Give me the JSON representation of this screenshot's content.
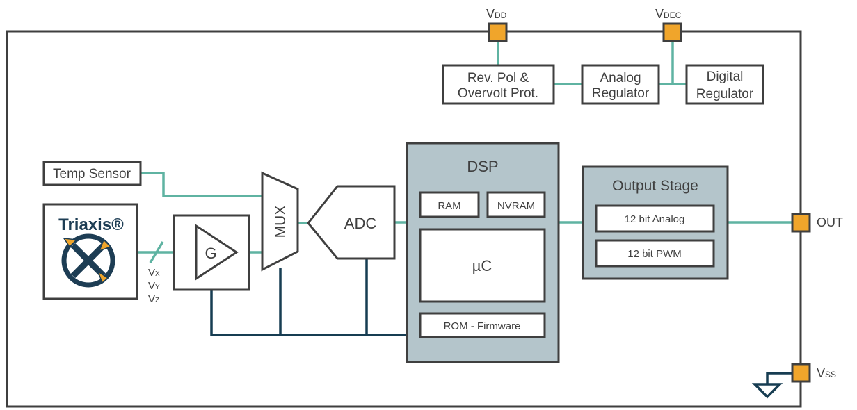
{
  "pins": {
    "vdd": {
      "main": "V",
      "sub": "DD"
    },
    "vdec": {
      "main": "V",
      "sub": "DEC"
    },
    "out": "OUT",
    "vss": {
      "main": "V",
      "sub": "SS"
    }
  },
  "blocks": {
    "rev_pol": {
      "line1": "Rev. Pol &",
      "line2": "Overvolt Prot."
    },
    "analog_reg": {
      "line1": "Analog",
      "line2": "Regulator"
    },
    "digital_reg": {
      "line1": "Digital",
      "line2": "Regulator"
    },
    "temp_sensor": "Temp Sensor",
    "triaxis": "Triaxis®",
    "gain": "G",
    "mux": "MUX",
    "adc": "ADC",
    "dsp": {
      "title": "DSP",
      "ram": "RAM",
      "nvram": "NVRAM",
      "uc": "µC",
      "rom": "ROM - Firmware"
    },
    "output_stage": {
      "title": "Output Stage",
      "analog": "12 bit Analog",
      "pwm": "12 bit PWM"
    }
  },
  "signals": {
    "vx": {
      "main": "V",
      "sub": "X"
    },
    "vy": {
      "main": "V",
      "sub": "Y"
    },
    "vz": {
      "main": "V",
      "sub": "Z"
    }
  },
  "colors": {
    "outline": "#3f3f3f",
    "signal_teal": "#5fb3a2",
    "bus_navy": "#173d52",
    "pad_orange": "#f0a52b",
    "dsp_fill": "#b4c5cb",
    "logo_navy": "#1d3d54"
  }
}
